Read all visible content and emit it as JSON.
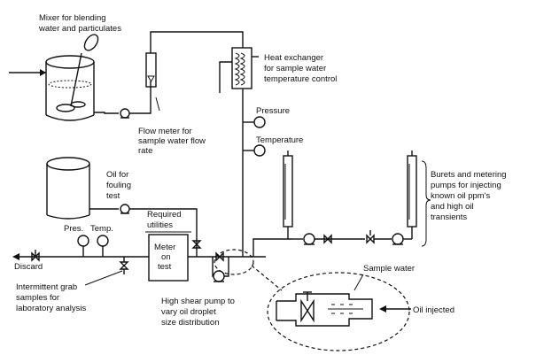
{
  "labels": {
    "mixer_line1": "Mixer for blending",
    "mixer_line2": "water and particulates",
    "hx_line1": "Heat exchanger",
    "hx_line2": "for sample water",
    "hx_line3": "temperature control",
    "flow_line1": "Flow meter for",
    "flow_line2": "sample water flow",
    "flow_line3": "rate",
    "pressure": "Pressure",
    "temperature": "Temperature",
    "oil_line1": "Oil for",
    "oil_line2": "fouling",
    "oil_line3": "test",
    "required_line1": "Required",
    "required_line2": "utilities",
    "meter_line1": "Meter",
    "meter_line2": "on",
    "meter_line3": "test",
    "pres": "Pres.",
    "temp": "Temp.",
    "discard": "Discard",
    "grab_line1": "Intermittent grab",
    "grab_line2": "samples for",
    "grab_line3": "laboratory analysis",
    "pump_line1": "High shear pump to",
    "pump_line2": "vary oil droplet",
    "pump_line3": "size distribution",
    "burets_line1": "Burets and metering",
    "burets_line2": "pumps for injecting",
    "burets_line3": "known oil ppm's",
    "burets_line4": "and high oil",
    "burets_line5": "transients",
    "sample_water": "Sample water",
    "oil_injected": "Oil injected"
  }
}
